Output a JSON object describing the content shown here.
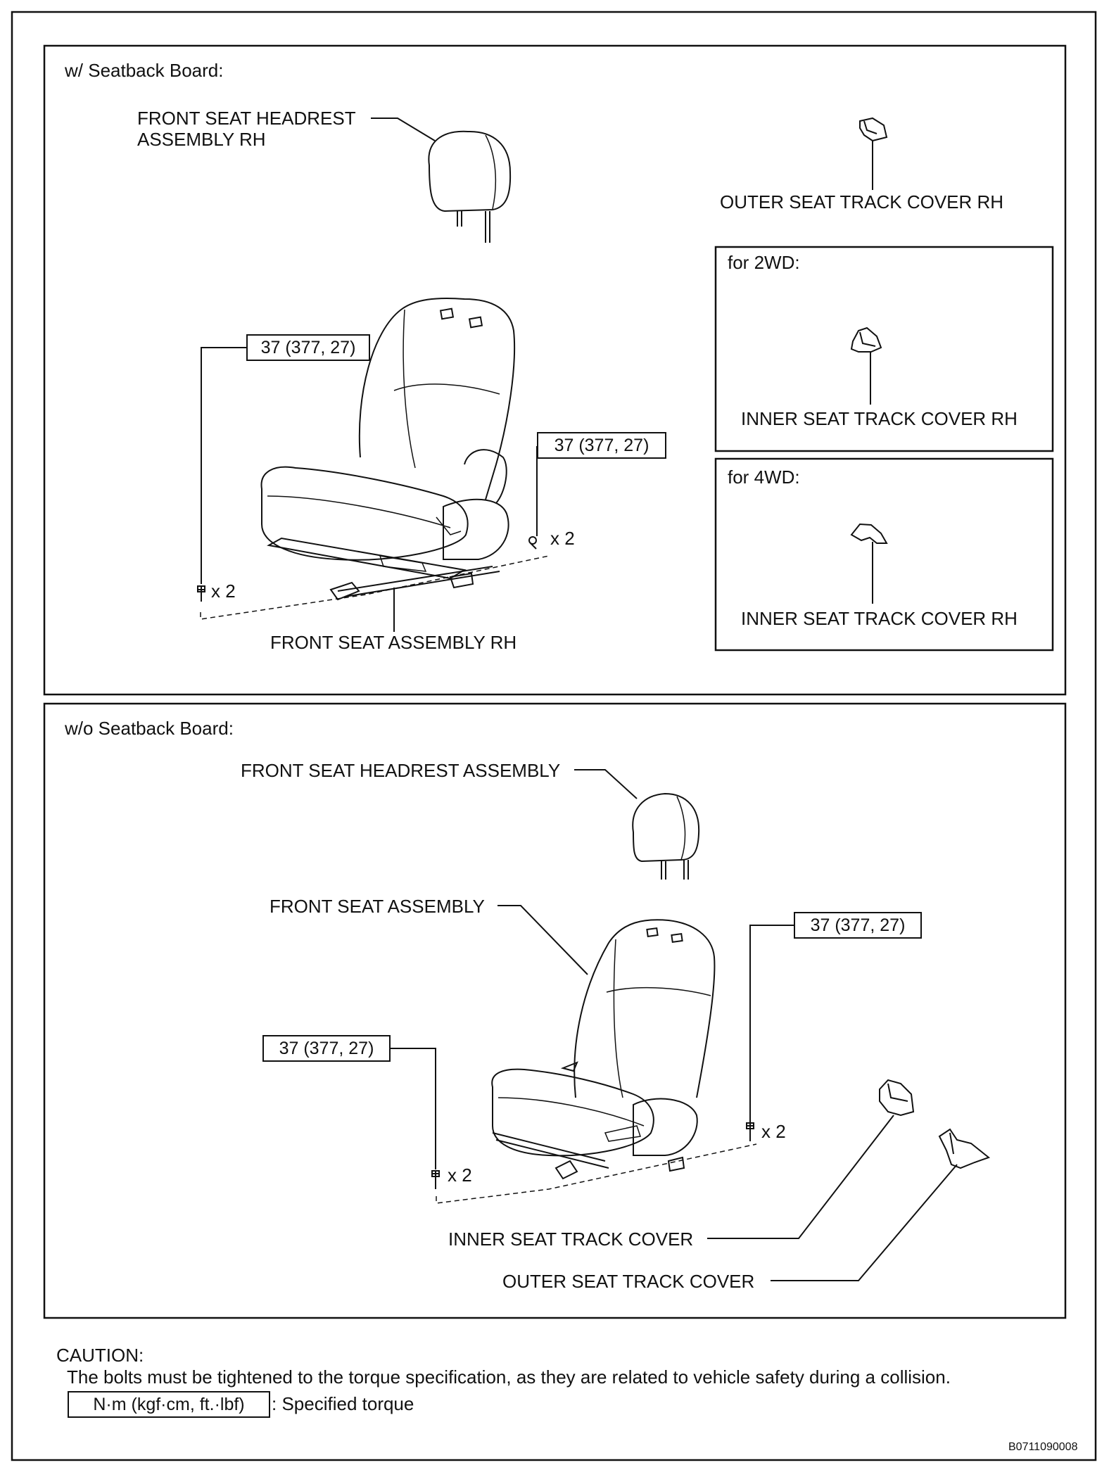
{
  "section_with_board": {
    "heading": "w/ Seatback Board:",
    "headrest_label_line1": "FRONT SEAT HEADREST",
    "headrest_label_line2": "ASSEMBLY RH",
    "outer_cover_label": "OUTER SEAT TRACK COVER RH",
    "variant_2wd": {
      "heading": "for 2WD:",
      "label": "INNER SEAT TRACK COVER RH"
    },
    "variant_4wd": {
      "heading": "for 4WD:",
      "label": "INNER SEAT TRACK COVER RH"
    },
    "torque_left": "37 (377, 27)",
    "torque_right": "37 (377, 27)",
    "qty_left": "x 2",
    "qty_right": "x 2",
    "seat_label": "FRONT SEAT ASSEMBLY RH"
  },
  "section_without_board": {
    "heading": "w/o Seatback Board:",
    "headrest_label": "FRONT SEAT HEADREST ASSEMBLY",
    "seat_label": "FRONT SEAT ASSEMBLY",
    "torque_left": "37 (377, 27)",
    "torque_right": "37 (377, 27)",
    "qty_left": "x 2",
    "qty_right": "x 2",
    "inner_cover_label": "INNER SEAT TRACK COVER",
    "outer_cover_label": "OUTER SEAT TRACK COVER"
  },
  "caution": {
    "title": "CAUTION:",
    "text": "The bolts must be tightened to the torque specification, as they are related to vehicle safety during a collision.",
    "legend_unit": "N·m (kgf·cm, ft.·lbf)",
    "legend_text": ": Specified torque"
  },
  "figure_code": "B0711090008"
}
